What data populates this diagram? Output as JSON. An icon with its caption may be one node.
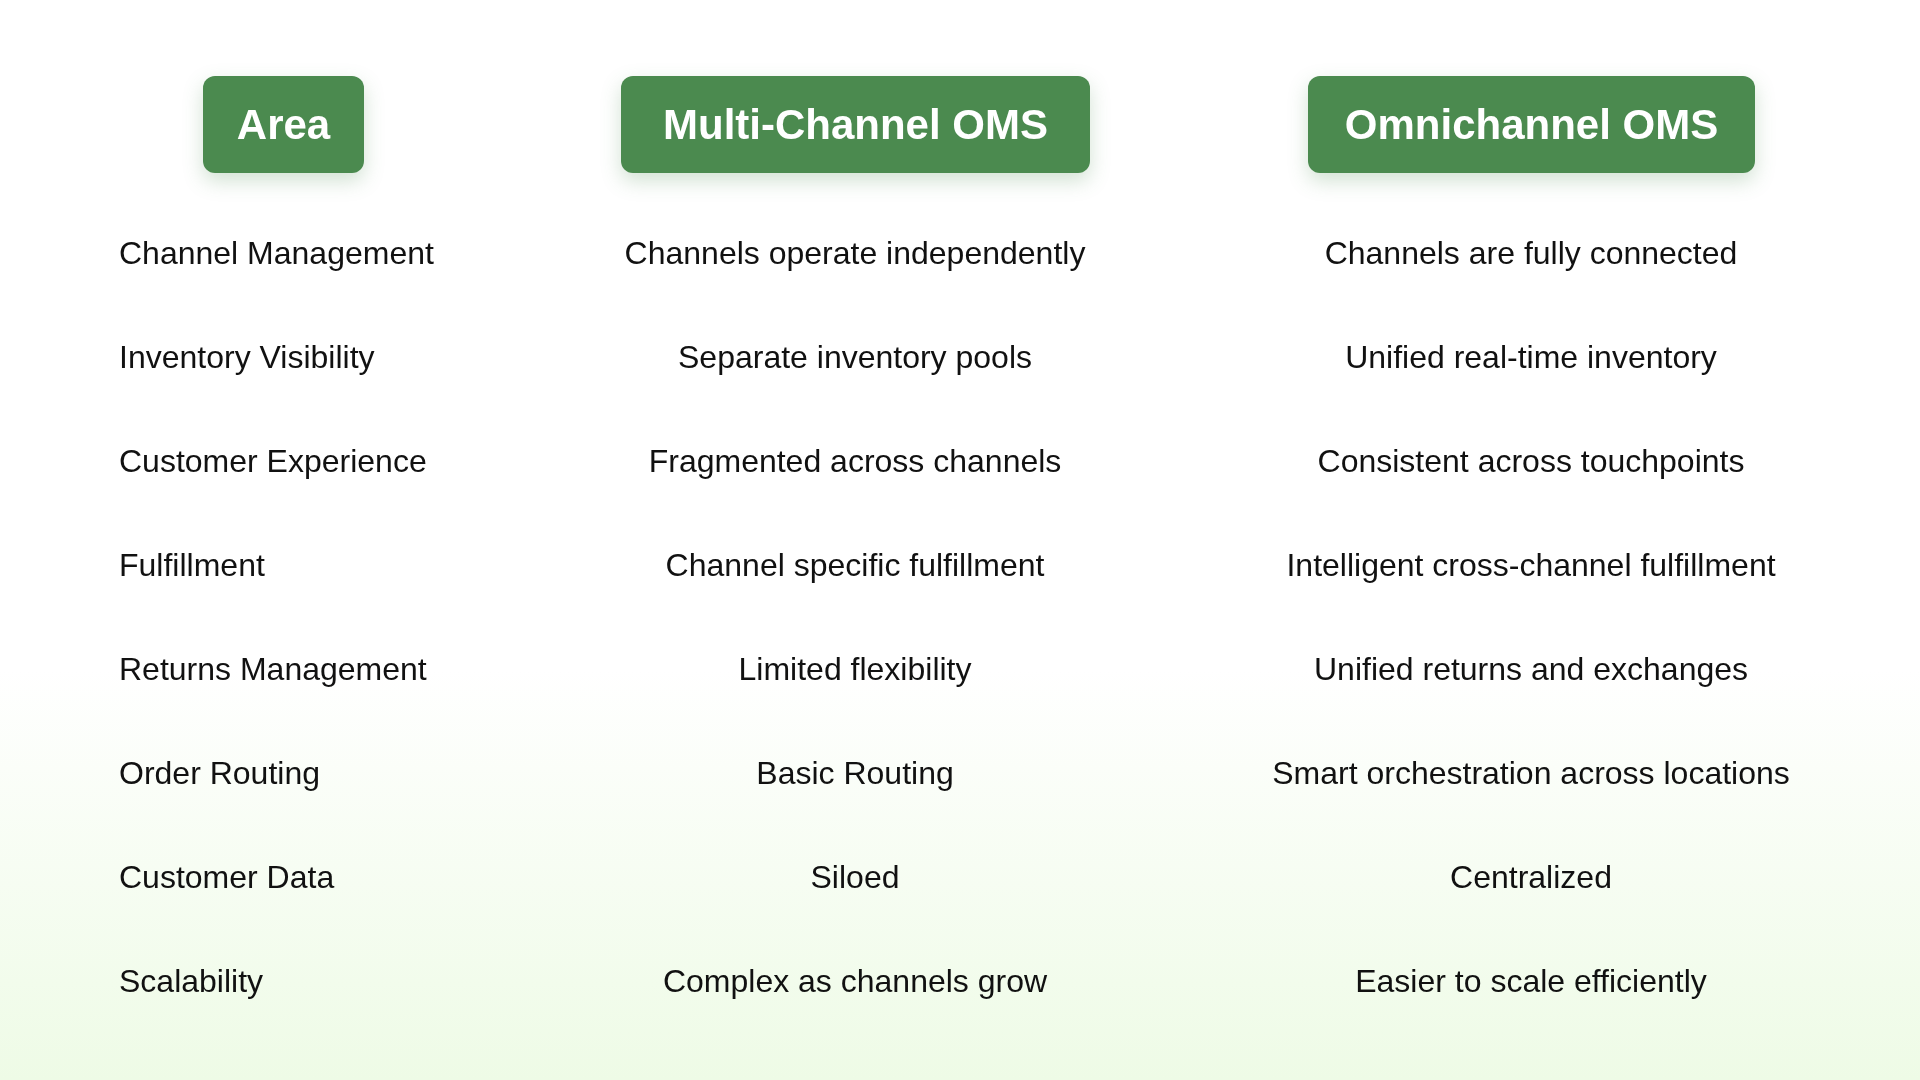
{
  "diagram": {
    "nodes": [
      {
        "text": [
          "Area"
        ]
      },
      {
        "text": [
          "Multi-Channel OMS"
        ]
      },
      {
        "text": [
          "Omnichannel OMS"
        ]
      }
    ],
    "labels": [
      "Channel Management",
      "Channels operate independently",
      "Channels are fully connected",
      "Inventory Visibility",
      "Separate inventory pools",
      "Unified real-time inventory",
      "Customer Experience",
      "Fragmented across channels",
      "Consistent across touchpoints",
      "Fulfillment",
      "Channel specific fulfillment",
      "Intelligent cross-channel fulfillment",
      "Returns Management",
      "Limited flexibility",
      "Unified returns and exchanges",
      "Order Routing",
      "Basic Routing",
      "Smart orchestration across locations",
      "Customer Data",
      "Siloed",
      "Centralized",
      "Scalability",
      "Complex as channels grow",
      "Easier to scale efficiently"
    ]
  }
}
